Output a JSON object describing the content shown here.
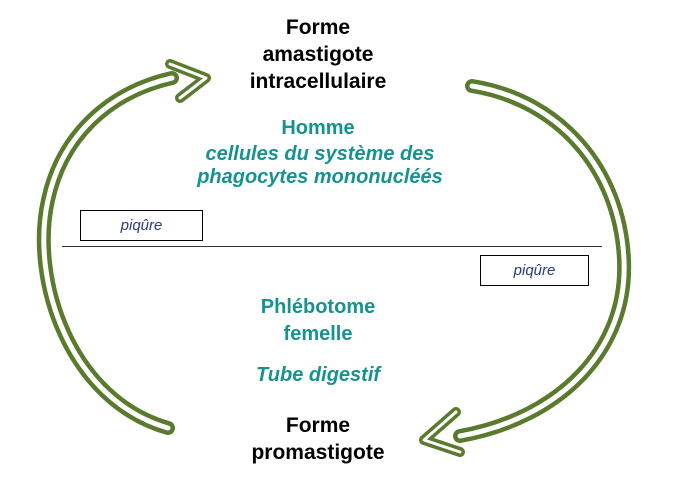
{
  "diagram": {
    "top_form": {
      "line1": "Forme",
      "line2": "amastigote",
      "line3": "intracellulaire"
    },
    "host": {
      "title": "Homme",
      "sub_line1": "cellules du système des",
      "sub_line2": "phagocytes mononucléés"
    },
    "bite_left": "piqûre",
    "bite_right": "piqûre",
    "vector": {
      "line1": "Phlébotome",
      "line2": "femelle",
      "organ": "Tube digestif"
    },
    "bottom_form": {
      "line1": "Forme",
      "line2": "promastigote"
    },
    "colors": {
      "arrow": "#5a7a2e",
      "teal_text": "#16938f",
      "bite_text": "#2d3a7a"
    }
  }
}
